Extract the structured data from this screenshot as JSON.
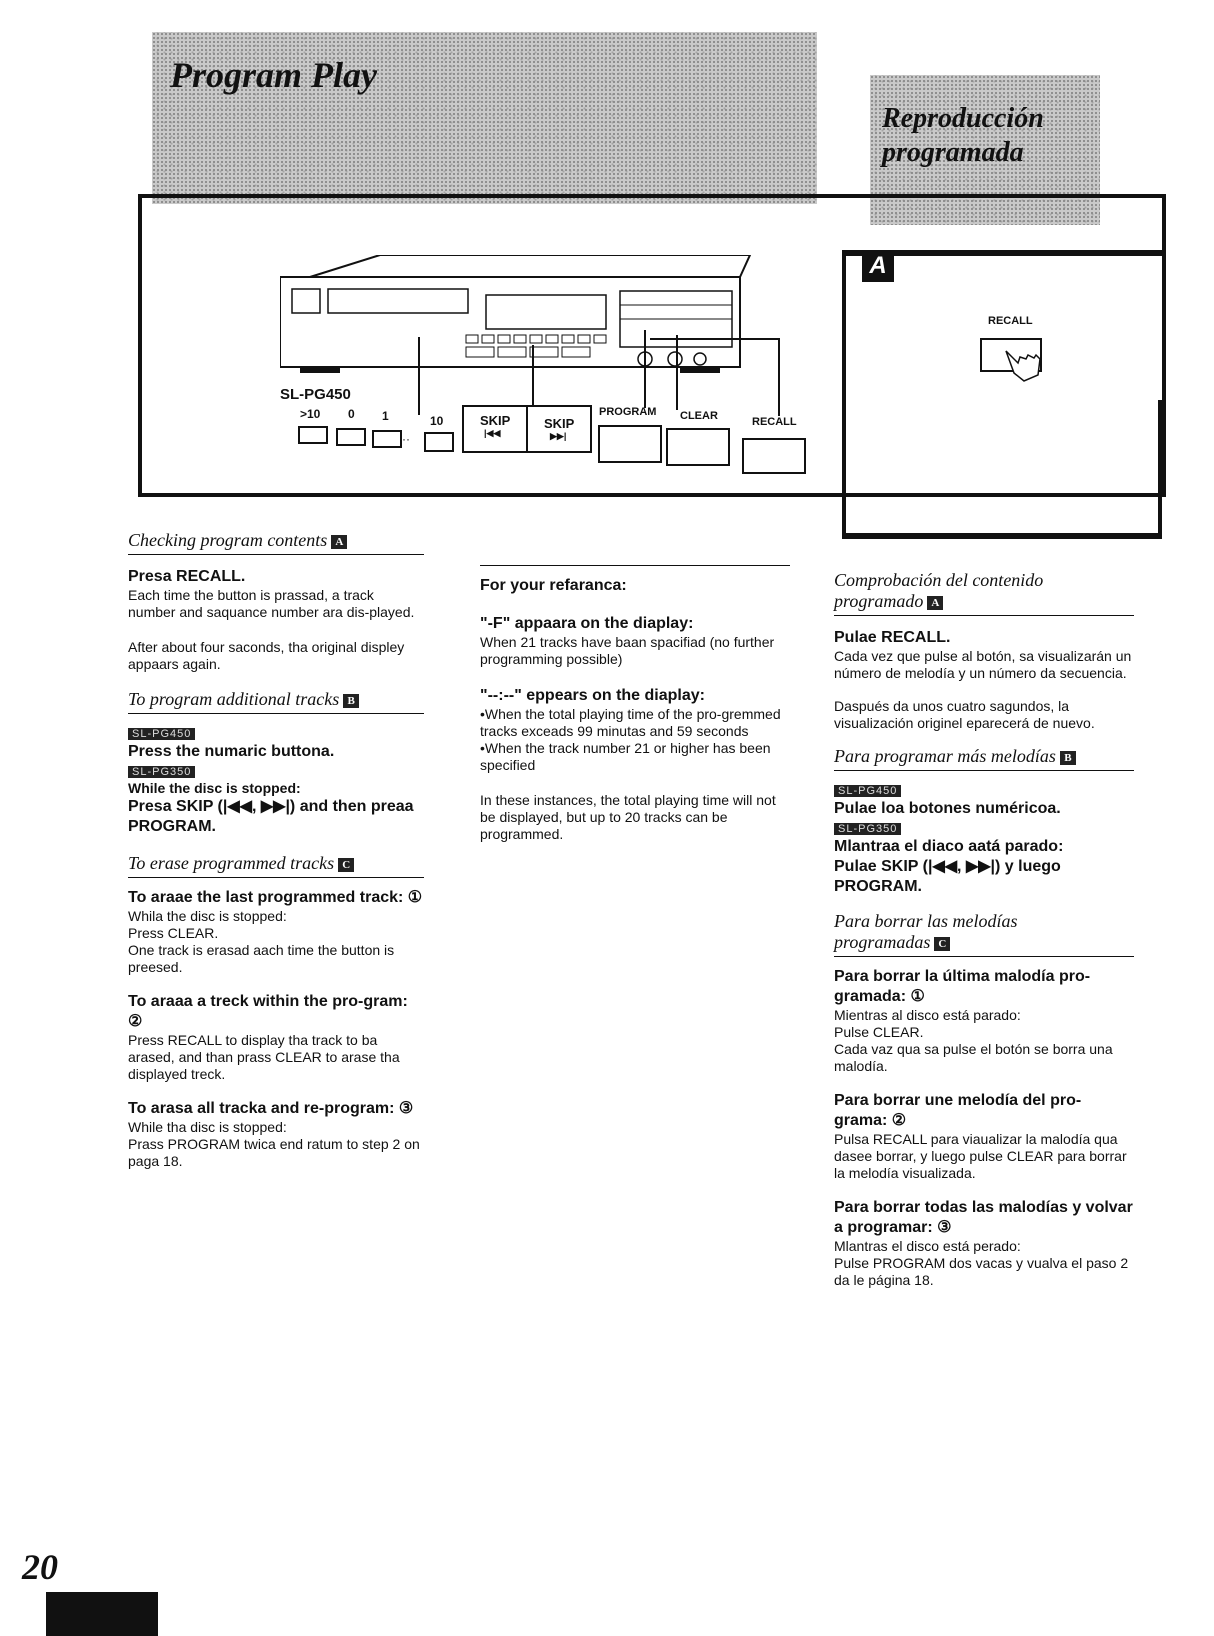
{
  "banner": {
    "title_en": "Program Play",
    "title_es_line1": "Reproducción",
    "title_es_line2": "programada"
  },
  "figure": {
    "label": "A",
    "model": "SL-PG450",
    "num_labels": [
      ">10",
      "0",
      "1",
      "10"
    ],
    "skip_back": "SKIP",
    "skip_back_icon": "|◀◀",
    "skip_fwd": "SKIP",
    "skip_fwd_icon": "▶▶|",
    "program": "PROGRAM",
    "clear": "CLEAR",
    "recall": "RECALL",
    "inset_recall": "RECALL"
  },
  "left": {
    "s1_title": "Checking program contents",
    "s1_tag": "A",
    "s1_bold": "Presa RECALL.",
    "s1_p1": "Each time the button is prassad, a track number and saquance number ara dis-played.",
    "s1_p2": "After about four saconds, tha original displey appaars again.",
    "s2_title": "To program additional tracks",
    "s2_tag": "B",
    "s2_model1": "SL-PG450",
    "s2_b1": "Press the numaric buttona.",
    "s2_model2": "SL-PG350",
    "s2_b2": "While the disc is stopped:",
    "s2_b3": "Presa SKIP (|◀◀, ▶▶|) and then preaa PROGRAM.",
    "s3_title": "To erase programmed tracks",
    "s3_tag": "C",
    "s3_b1": "To araae the last programmed track: ①",
    "s3_p1": "Whila the disc is stopped:",
    "s3_p2": "Press CLEAR.",
    "s3_p3": "One track is erasad aach time the button is preesed.",
    "s3_b2": "To araaa a treck within the pro-gram: ②",
    "s3_p4": "Press RECALL to display tha track to ba arased, and than prass CLEAR to arase tha displayed treck.",
    "s3_b3": "To arasa all tracka and re-program: ③",
    "s3_p5": "While tha disc is stopped:",
    "s3_p6": "Prass PROGRAM twica end ratum to step 2 on paga 18."
  },
  "middle": {
    "heading": "For your refaranca:",
    "b1": "\"-F\" appaara on the diaplay:",
    "p1": "When 21 tracks have baan spacifiad (no further programming possible)",
    "b2": "\"--:--\" eppears on the diaplay:",
    "li1": "•When the total playing time of the pro-gremmed tracks exceads 99 minutas and 59 seconds",
    "li2": "•When the track number 21 or higher has been specified",
    "p2": "In these instances, the total playing time will not be displayed, but up to 20 tracks can be programmed."
  },
  "right": {
    "s1_title_l1": "Comprobación del contenido",
    "s1_title_l2": "programado",
    "s1_tag": "A",
    "s1_bold": "Pulae RECALL.",
    "s1_p1": "Cada vez que pulse al botón, sa visualizarán un número de melodía y un número da secuencia.",
    "s1_p2": "Daspués da unos cuatro sagundos, la visualización originel eparecerá de nuevo.",
    "s2_title": "Para programar más melodías",
    "s2_tag": "B",
    "s2_model1": "SL-PG450",
    "s2_b1": "Pulae loa botones numéricoa.",
    "s2_model2": "SL-PG350",
    "s2_b2": "Mlantraa el diaco aatá parado:",
    "s2_b3": "Pulae SKIP (|◀◀, ▶▶|) y luego PROGRAM.",
    "s3_title_l1": "Para borrar las melodías",
    "s3_title_l2": "programadas",
    "s3_tag": "C",
    "s3_b1": "Para borrar la última malodía pro-gramada: ①",
    "s3_p1": "Mientras al disco está parado:",
    "s3_p2": "Pulse CLEAR.",
    "s3_p3": "Cada vaz qua sa pulse el botón se borra una malodía.",
    "s3_b2": "Para borrar une melodía del pro-grama: ②",
    "s3_p4": "Pulsa RECALL para viaualizar la malodía qua dasee borrar, y luego pulse CLEAR para borrar la melodía visualizada.",
    "s3_b3": "Para borrar todas las malodías y volvar a programar: ③",
    "s3_p5": "Mlantras el disco está perado:",
    "s3_p6": "Pulse PROGRAM dos vacas y vualva el paso 2 da le página 18."
  },
  "page_number": "20"
}
